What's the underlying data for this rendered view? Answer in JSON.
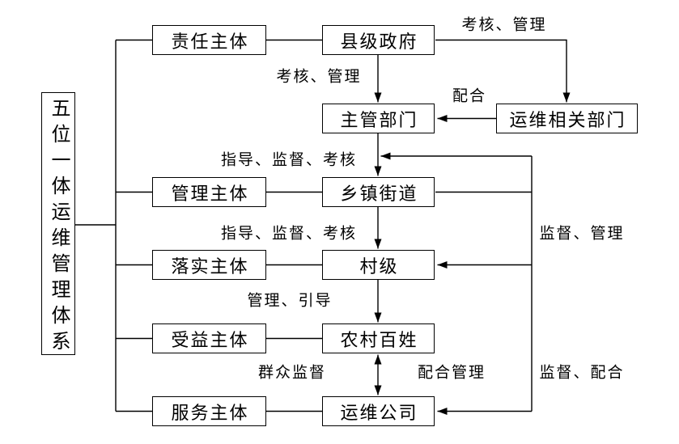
{
  "colors": {
    "line": "#000000",
    "box_border": "#000000",
    "background": "#ffffff",
    "text": "#000000"
  },
  "diagram": {
    "system_title": "五位一体运维管理体系",
    "roles": [
      {
        "label": "责任主体"
      },
      {
        "label": "管理主体"
      },
      {
        "label": "落实主体"
      },
      {
        "label": "受益主体"
      },
      {
        "label": "服务主体"
      }
    ],
    "entities": [
      {
        "label": "县级政府"
      },
      {
        "label": "主管部门"
      },
      {
        "label": "乡镇街道"
      },
      {
        "label": "村级"
      },
      {
        "label": "农村百姓"
      },
      {
        "label": "运维公司"
      }
    ],
    "side_entity": {
      "label": "运维相关部门"
    },
    "edge_labels": {
      "county_to_related": "考核、管理",
      "county_to_dept": "考核、管理",
      "related_to_dept": "配合",
      "dept_to_township": "指导、监督、考核",
      "township_to_village": "指导、监督、考核",
      "village_to_people": "管理、引导",
      "people_to_company": "群众监督",
      "company_to_people": "配合管理",
      "township_supervise_village": "监督、管理",
      "township_supervise_company": "监督、配合"
    }
  }
}
